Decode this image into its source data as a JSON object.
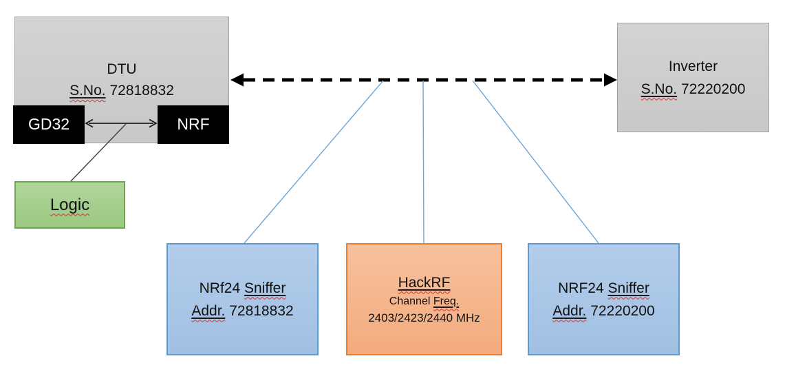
{
  "colors": {
    "device_gray_fill": "#cecece",
    "device_gray_border": "#a5a4a4",
    "chip_black": "#000000",
    "chip_text_white": "#ffffff",
    "logic_green_fill": "#a9d18e",
    "logic_green_border": "#68a947",
    "sniffer_blue_fill": "#aac7e8",
    "sniffer_blue_border": "#5b9bd5",
    "hackrf_orange_fill": "#f4b183",
    "hackrf_orange_border": "#ed7d31",
    "connector_blue": "#6fa3d8",
    "arrow_black": "#000000",
    "spellcheck_red": "#d13438"
  },
  "dtu": {
    "name": "DTU",
    "serial_label": "S.No.",
    "serial_number": "72818832",
    "chip_left": "GD32",
    "chip_right": "NRF"
  },
  "logic": {
    "label": "Logic"
  },
  "inverter": {
    "name": "Inverter",
    "serial_label": "S.No.",
    "serial_number": "72220200"
  },
  "sniffer_left": {
    "device": "NRf24",
    "device_type": "Sniffer",
    "addr_label": "Addr.",
    "addr_number": "72818832"
  },
  "hackrf": {
    "name": "HackRF",
    "channel_label": "Channel",
    "freq_label": "Freq.",
    "frequencies": "2403/2423/2440 MHz"
  },
  "sniffer_right": {
    "device": "NRF24",
    "device_type": "Sniffer",
    "addr_label": "Addr.",
    "addr_number": "72220200"
  }
}
